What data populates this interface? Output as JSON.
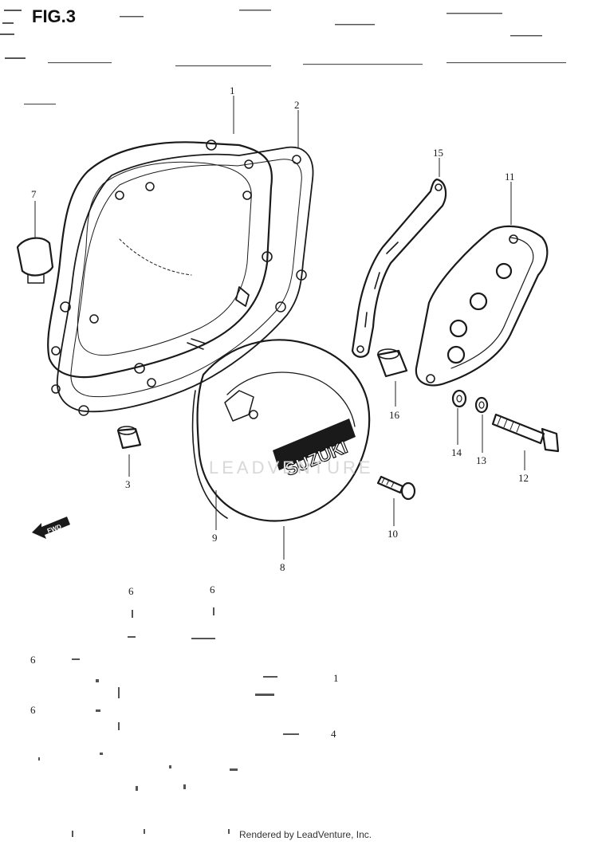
{
  "figure": {
    "title": "FIG.3",
    "brand_text": "SUZUKI",
    "direction_label": "FWD",
    "watermark": "LEADVENTURE",
    "footer": "Rendered by LeadVenture, Inc."
  },
  "callouts": [
    {
      "id": "1",
      "label": "1"
    },
    {
      "id": "2",
      "label": "2"
    },
    {
      "id": "3",
      "label": "3"
    },
    {
      "id": "7",
      "label": "7"
    },
    {
      "id": "8",
      "label": "8"
    },
    {
      "id": "9",
      "label": "9"
    },
    {
      "id": "10",
      "label": "10"
    },
    {
      "id": "11",
      "label": "11"
    },
    {
      "id": "12",
      "label": "12"
    },
    {
      "id": "13",
      "label": "13"
    },
    {
      "id": "14",
      "label": "14"
    },
    {
      "id": "15",
      "label": "15"
    },
    {
      "id": "16",
      "label": "16"
    }
  ],
  "faint_marks": [
    "6",
    "6",
    "6",
    "6",
    "1",
    "4"
  ]
}
